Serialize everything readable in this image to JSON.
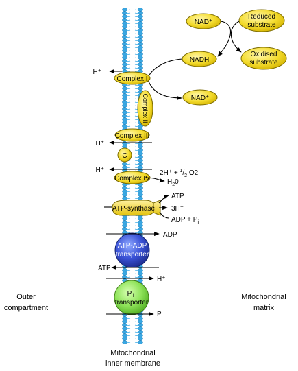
{
  "labels": {
    "outer_compartment": [
      "Outer",
      "compartment"
    ],
    "mitochondrial_matrix": [
      "Mitochondrial",
      "matrix"
    ],
    "inner_membrane": [
      "Mitochondrial",
      "inner membrane"
    ]
  },
  "nodes": {
    "nad_plus_top": "NAD⁺",
    "reduced_substrate": [
      "Reduced",
      "substrate"
    ],
    "nadh": "NADH",
    "oxidised_substrate": [
      "Oxidised",
      "substrate"
    ],
    "nad_plus_out": "NAD⁺"
  },
  "complexes": {
    "complex1": "Complex I",
    "complex2": "Complex II",
    "complex3": "Complex III",
    "cytc": "C",
    "complex4": "Complex IV",
    "atp_synthase": "ATP-synthase",
    "atp_adp_transporter": [
      "ATP-ADP",
      "transporter"
    ],
    "pi_transporter_main": "P",
    "pi_transporter_sub": "i",
    "pi_transporter_word": "transporter"
  },
  "side_labels": {
    "h_plus": "H⁺",
    "water_reaction_a": "2H⁺ + ",
    "water_reaction_half_num": "1",
    "water_reaction_half_den": "2",
    "water_reaction_b": " O2",
    "water_h": "H",
    "water_sub": "2",
    "water_o": "0",
    "atp": "ATP",
    "three_h": "3H⁺",
    "adp_pi_a": "ADP + P",
    "adp_pi_sub": "i",
    "adp": "ADP",
    "atp_out": "ATP",
    "pi_out": "P",
    "pi_out_sub": "i"
  },
  "colors": {
    "membrane_blue": "#39a7e3",
    "complex_yellow": "#f7e24a",
    "transporter_blue": "#3a52d6",
    "transporter_green": "#8fe35a"
  }
}
